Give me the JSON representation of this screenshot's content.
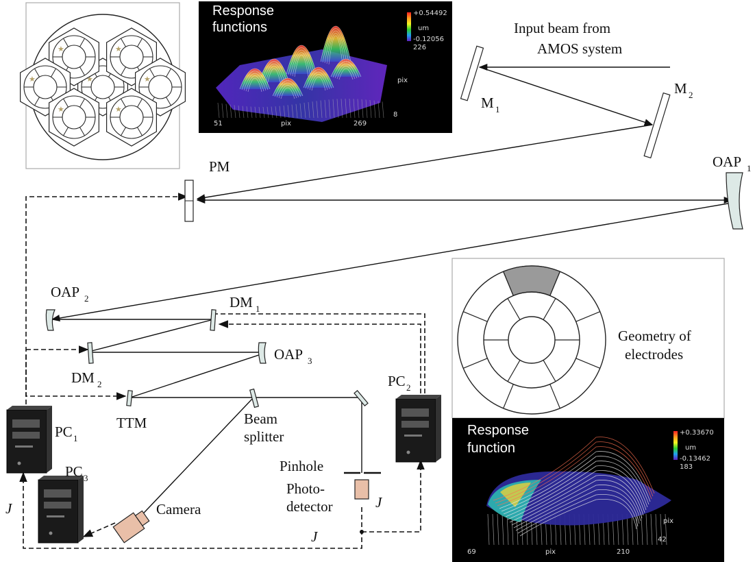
{
  "labels": {
    "input_beam_line1": "Input beam from",
    "input_beam_line2": "AMOS system",
    "m1": "M",
    "m1_sub": "1",
    "m2": "M",
    "m2_sub": "2",
    "pm": "PM",
    "oap1": "OAP",
    "oap1_sub": "1",
    "oap2": "OAP",
    "oap2_sub": "2",
    "oap3": "OAP",
    "oap3_sub": "3",
    "dm1": "DM",
    "dm1_sub": "1",
    "dm2": "DM",
    "dm2_sub": "2",
    "ttm": "TTM",
    "pc1": "PC",
    "pc1_sub": "1",
    "pc2": "PC",
    "pc2_sub": "2",
    "pc3": "PC",
    "pc3_sub": "3",
    "beam_splitter_line1": "Beam",
    "beam_splitter_line2": "splitter",
    "pinhole": "Pinhole",
    "photodetector_line1": "Photo-",
    "photodetector_line2": "detector",
    "camera": "Camera",
    "j_left": "J",
    "j_right": "J",
    "j_bottom": "J",
    "geometry_line1": "Geometry of",
    "geometry_line2": "electrodes"
  },
  "plot_top": {
    "title_line1": "Response",
    "title_line2": "functions",
    "scale_max": "+0.54492",
    "scale_unit": "um",
    "scale_min": "-0.12056",
    "scale_extra": "226",
    "x_min": "51",
    "x_max": "269",
    "x_label": "pix",
    "y_label": "pix",
    "y_min": "8"
  },
  "plot_bottom": {
    "title_line1": "Response",
    "title_line2": "function",
    "scale_max": "+0.33670",
    "scale_unit": "um",
    "scale_min": "-0.13462",
    "scale_extra": "183",
    "x_min": "69",
    "x_max": "210",
    "x_label": "pix",
    "y_label": "pix",
    "y_min": "42"
  },
  "colors": {
    "beam": "#111111",
    "oap_fill": "#dde9e6",
    "computer_body": "#1a1a1a",
    "camera_fill": "#e9bfa8",
    "plot_background": "#000000",
    "electrode_highlight": "#9a9a9a",
    "actuator_star": "#b5a26a"
  }
}
